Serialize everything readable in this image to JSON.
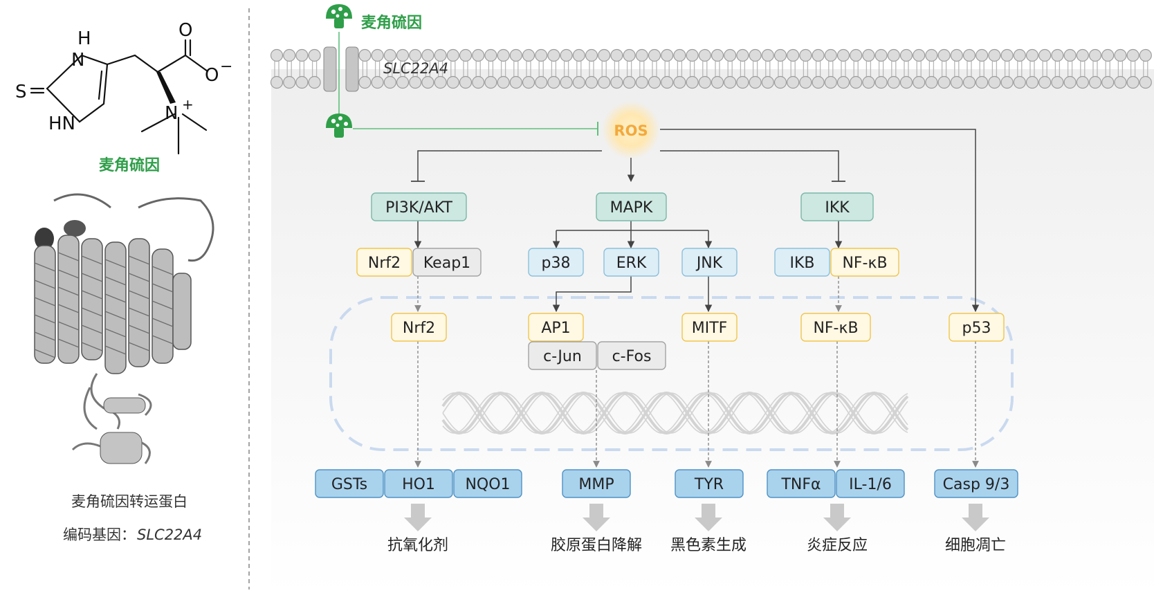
{
  "molecule": {
    "name": "麦角硫因",
    "atoms": {
      "h": "H",
      "n_top": "N",
      "s": "S",
      "hn": "HN",
      "o_top": "O",
      "o_minus": "O",
      "minus": "−",
      "n_plus": "N",
      "plus": "+"
    }
  },
  "protein": {
    "caption": "麦角硫因转运蛋白",
    "gene_prefix": "编码基因：",
    "gene": "SLC22A4"
  },
  "membrane": {
    "transporter": "SLC22A4"
  },
  "ergothioneine_label": "麦角硫因",
  "ros": "ROS",
  "nodes": {
    "pi3k": "PI3K/AKT",
    "mapk": "MAPK",
    "ikk": "IKK",
    "nrf2_c": "Nrf2",
    "keap1": "Keap1",
    "p38": "p38",
    "erk": "ERK",
    "jnk": "JNK",
    "ikb": "IKB",
    "nfkb_c": "NF-κB",
    "nrf2_n": "Nrf2",
    "ap1": "AP1",
    "cjun": "c-Jun",
    "cfos": "c-Fos",
    "mitf": "MITF",
    "nfkb_n": "NF-κB",
    "p53": "p53",
    "gsts": "GSTs",
    "ho1": "HO1",
    "nqo1": "NQO1",
    "mmp": "MMP",
    "tyr": "TYR",
    "tnfa": "TNFα",
    "il16": "IL-1/6",
    "casp": "Casp 9/3"
  },
  "outcomes": {
    "antioxidant": "抗氧化剂",
    "collagen": "胶原蛋白降解",
    "melanin": "黑色素生成",
    "inflammation": "炎症反应",
    "apoptosis": "细胞凋亡"
  },
  "colors": {
    "green": "#2f9e49",
    "teal_fill": "#cde7e1",
    "teal_stroke": "#7ab8a8",
    "lightblue_fill": "#ddeef7",
    "lightblue_stroke": "#8cc0dc",
    "yellow_fill": "#fff8e3",
    "yellow_stroke": "#f0c64d",
    "gray_fill": "#ebebeb",
    "gray_stroke": "#a3a3a3",
    "blue_fill": "#a9d2ed",
    "blue_stroke": "#4f92c4",
    "ros_text": "#f2a93c"
  }
}
